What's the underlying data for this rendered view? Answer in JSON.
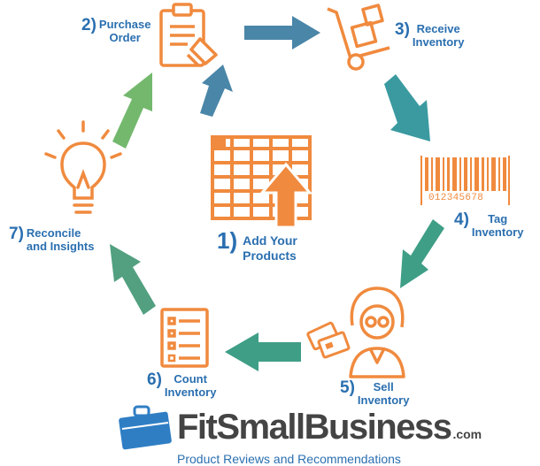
{
  "steps": [
    {
      "num": "1)",
      "line1": "Add Your",
      "line2": "Products"
    },
    {
      "num": "2)",
      "line1": "Purchase",
      "line2": "Order"
    },
    {
      "num": "3)",
      "line1": "Receive",
      "line2": "Inventory"
    },
    {
      "num": "4)",
      "line1": "Tag",
      "line2": "Inventory"
    },
    {
      "num": "5)",
      "line1": "Sell",
      "line2": "Inventory"
    },
    {
      "num": "6)",
      "line1": "Count",
      "line2": "Inventory"
    },
    {
      "num": "7)",
      "line1": "Reconcile",
      "line2": "and Insights"
    }
  ],
  "barcode_digits": "012345678",
  "brand": {
    "name": "FitSmallBusiness",
    "suffix": ".com",
    "tagline": "Product Reviews and Recommendations"
  },
  "colors": {
    "orange": "#f08a3e",
    "label_blue": "#2a6fb0",
    "arrow_steel": "#4a86a8",
    "arrow_teal": "#3a9aa0",
    "arrow_green": "#3f9e86",
    "arrow_light_green": "#74b86e",
    "brand_grey": "#444444",
    "brand_blue": "#2f7ec4"
  },
  "icons": [
    "spreadsheet-icon",
    "clipboard-icon",
    "hand-truck-icon",
    "barcode-icon",
    "cashier-icon",
    "credit-cards-icon",
    "checklist-icon",
    "lightbulb-icon",
    "briefcase-icon"
  ]
}
